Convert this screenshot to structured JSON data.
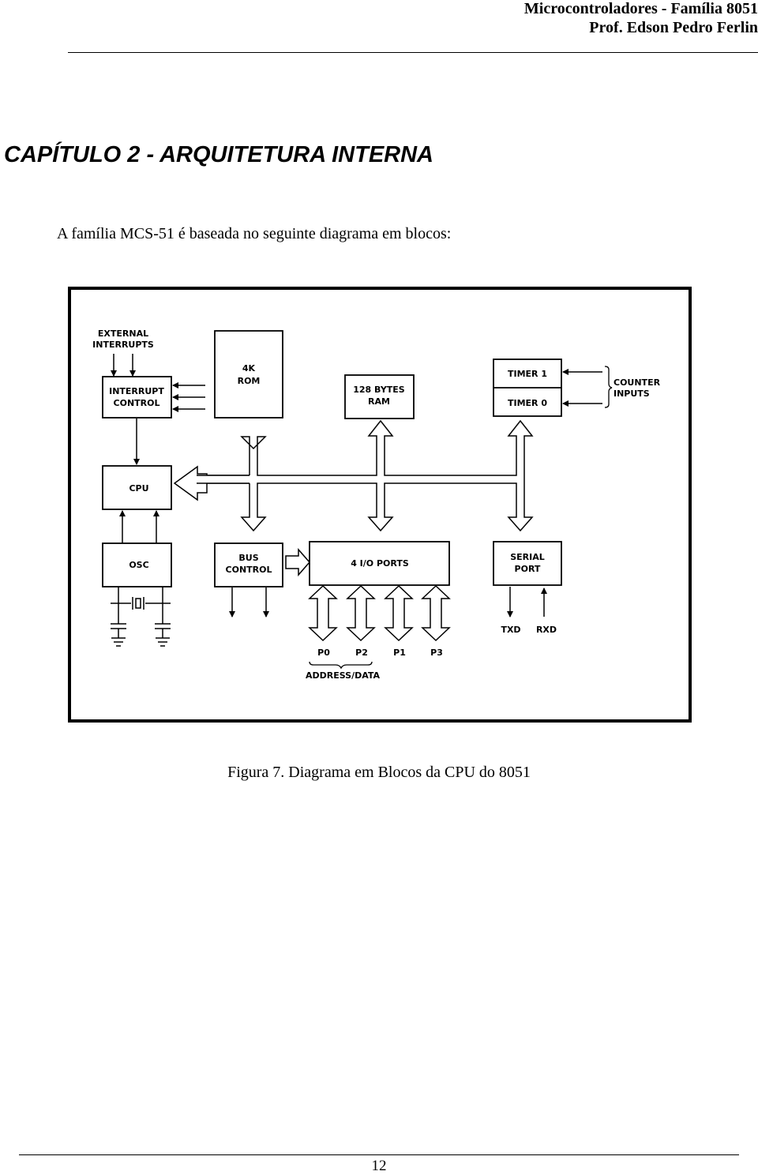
{
  "header": {
    "line1": "Microcontroladores - Família 8051",
    "line2": "Prof. Edson Pedro Ferlin"
  },
  "chapter_title": "CAPÍTULO 2 - ARQUITETURA INTERNA",
  "intro_text": "A família MCS-51 é baseada no seguinte diagrama em blocos:",
  "diagram": {
    "external_interrupts": [
      "EXTERNAL",
      "INTERRUPTS"
    ],
    "interrupt_control": [
      "INTERRUPT",
      "CONTROL"
    ],
    "rom": [
      "4K",
      "ROM"
    ],
    "ram": [
      "128 BYTES",
      "RAM"
    ],
    "timer1": "TIMER 1",
    "timer0": "TIMER 0",
    "counter_inputs": [
      "COUNTER",
      "INPUTS"
    ],
    "cpu": "CPU",
    "osc": "OSC",
    "bus_control": [
      "BUS",
      "CONTROL"
    ],
    "io_ports": "4 I/O PORTS",
    "serial_port": [
      "SERIAL",
      "PORT"
    ],
    "txd": "TXD",
    "rxd": "RXD",
    "ports": [
      "P0",
      "P2",
      "P1",
      "P3"
    ],
    "address_data": "ADDRESS/DATA"
  },
  "caption": "Figura 7. Diagrama em Blocos da CPU do 8051",
  "page_number": "12"
}
